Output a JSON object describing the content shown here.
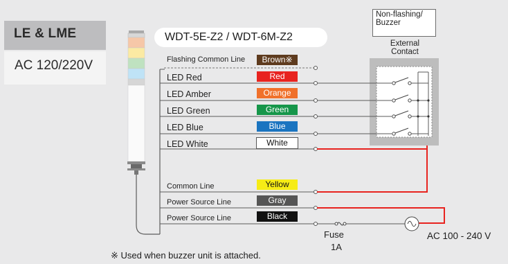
{
  "series": {
    "name": "LE & LME",
    "voltage": "AC 120/220V"
  },
  "model": "WDT-5E-Z2 / WDT-6M-Z2",
  "contact": {
    "title": "Non-flashing/\nBuzzer",
    "subtitle": "External\nContact"
  },
  "wires": [
    {
      "label": "Flashing Common Line",
      "color_name": "Brown※",
      "badge_bg": "#5e3b1e",
      "badge_fg": "#ffffff"
    },
    {
      "label": "LED Red",
      "color_name": "Red",
      "badge_bg": "#e8231f",
      "badge_fg": "#ffffff"
    },
    {
      "label": "LED Amber",
      "color_name": "Orange",
      "badge_bg": "#f0702a",
      "badge_fg": "#ffffff"
    },
    {
      "label": "LED Green",
      "color_name": "Green",
      "badge_bg": "#16964a",
      "badge_fg": "#ffffff"
    },
    {
      "label": "LED Blue",
      "color_name": "Blue",
      "badge_bg": "#1a74c0",
      "badge_fg": "#ffffff"
    },
    {
      "label": "LED White",
      "color_name": "White",
      "badge_bg": "#ffffff",
      "badge_fg": "#111111"
    },
    {
      "label": "Common Line",
      "color_name": "Yellow",
      "badge_bg": "#f6ec16",
      "badge_fg": "#111111"
    },
    {
      "label": "Power Source Line",
      "color_name": "Gray",
      "badge_bg": "#555555",
      "badge_fg": "#ffffff"
    },
    {
      "label": "Power Source Line",
      "color_name": "Black",
      "badge_bg": "#111111",
      "badge_fg": "#ffffff"
    }
  ],
  "fuse": {
    "label": "Fuse",
    "rating": "1A"
  },
  "power": "AC 100 - 240 V",
  "footnote": "※ Used when buzzer unit is attached.",
  "colors": {
    "live_wire": "#e8231f",
    "wire": "#5a5a5a",
    "background": "#e9e9ea"
  }
}
